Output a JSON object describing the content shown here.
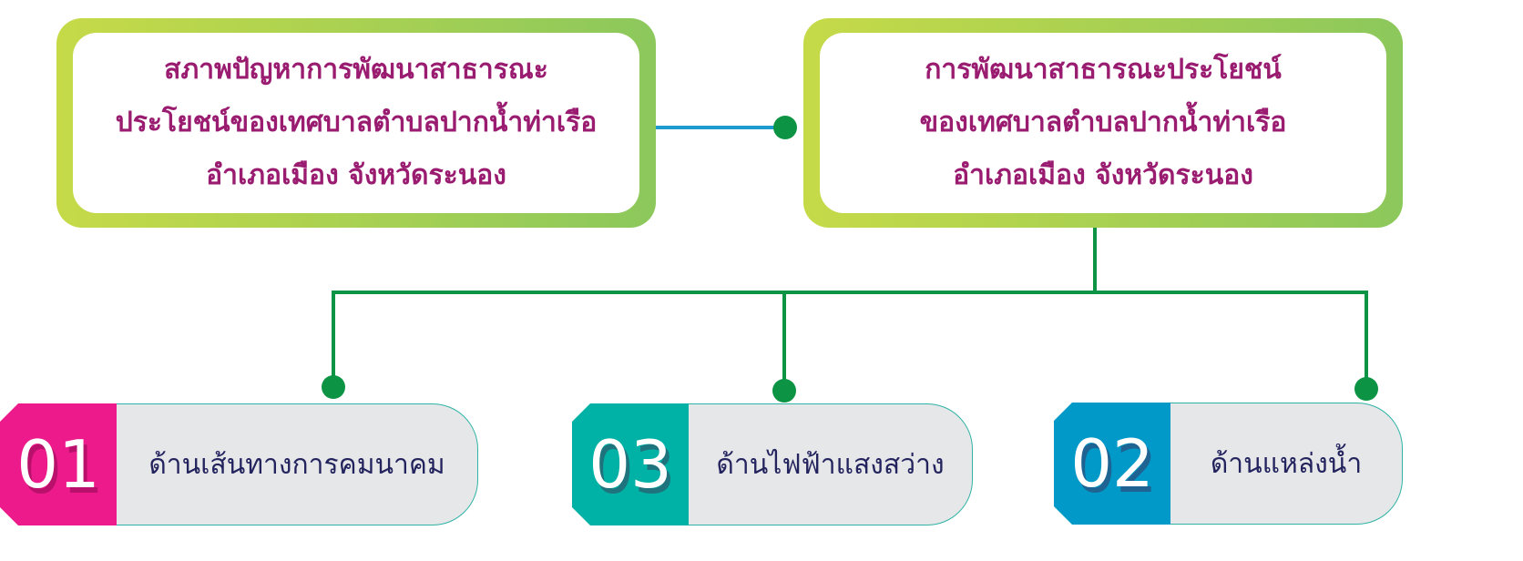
{
  "problem_box": {
    "lines": [
      "สภาพปัญหาการพัฒนาสาธารณะ",
      "ประโยชน์ของเทศบาลตำบลปากน้ำท่าเรือ",
      "อำเภอเมือง จังหวัดระนอง"
    ]
  },
  "development_box": {
    "lines": [
      "การพัฒนาสาธารณะประโยชน์",
      "ของเทศบาลตำบลปากน้ำท่าเรือ",
      "อำเภอเมือง จังหวัดระนอง"
    ]
  },
  "categories": [
    {
      "number": "01",
      "label": "ด้านเส้นทางการคมนาคม",
      "color": "#ec1a8a"
    },
    {
      "number": "03",
      "label": "ด้านไฟฟ้าแสงสว่าง",
      "color": "#00b1a6"
    },
    {
      "number": "02",
      "label": "ด้านแหล่งน้ำ",
      "color": "#0099c8"
    }
  ]
}
